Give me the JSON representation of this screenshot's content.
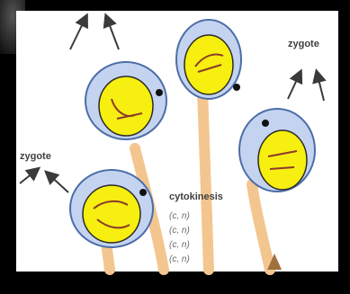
{
  "labels": {
    "zygote_right": "zygote",
    "zygote_left": "zygote",
    "cytokinesis": "cytokinesis"
  },
  "notations": [
    "(c, n)",
    "(c, n)",
    "(c, n)",
    "(c, n)"
  ],
  "colors": {
    "background": "#ffffff",
    "frame": "#000000",
    "cell_outer": "#c4d3ef",
    "cell_nucleus": "#f6ef10",
    "stalk": "#f3c690",
    "arrow": "#3a3a3a"
  }
}
